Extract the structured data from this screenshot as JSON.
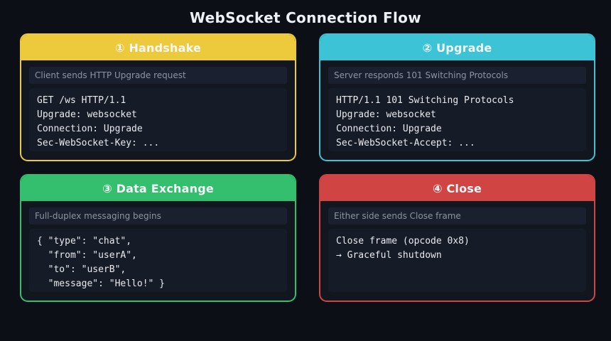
{
  "page": {
    "title": "WebSocket Connection Flow",
    "background": "#0c0f16"
  },
  "cards": [
    {
      "step": "1",
      "number_glyph": "①",
      "header_label": "① Handshake",
      "accent": "#edc93c",
      "subtitle": "Client sends HTTP Upgrade request",
      "code": "GET /ws HTTP/1.1\nUpgrade: websocket\nConnection: Upgrade\nSec-WebSocket-Key: ..."
    },
    {
      "step": "2",
      "number_glyph": "②",
      "header_label": "② Upgrade",
      "accent": "#3cc3d5",
      "subtitle": "Server responds 101 Switching Protocols",
      "code": "HTTP/1.1 101 Switching Protocols\nUpgrade: websocket\nConnection: Upgrade\nSec-WebSocket-Accept: ..."
    },
    {
      "step": "3",
      "number_glyph": "③",
      "header_label": "③ Data Exchange",
      "accent": "#33bf6d",
      "subtitle": "Full-duplex messaging begins",
      "code": "{ \"type\": \"chat\",\n  \"from\": \"userA\",\n  \"to\": \"userB\",\n  \"message\": \"Hello!\" }"
    },
    {
      "step": "4",
      "number_glyph": "④",
      "header_label": "④ Close",
      "accent": "#d04543",
      "subtitle": "Either side sends Close frame",
      "code": "Close frame (opcode 0x8)\n→ Graceful shutdown"
    }
  ]
}
